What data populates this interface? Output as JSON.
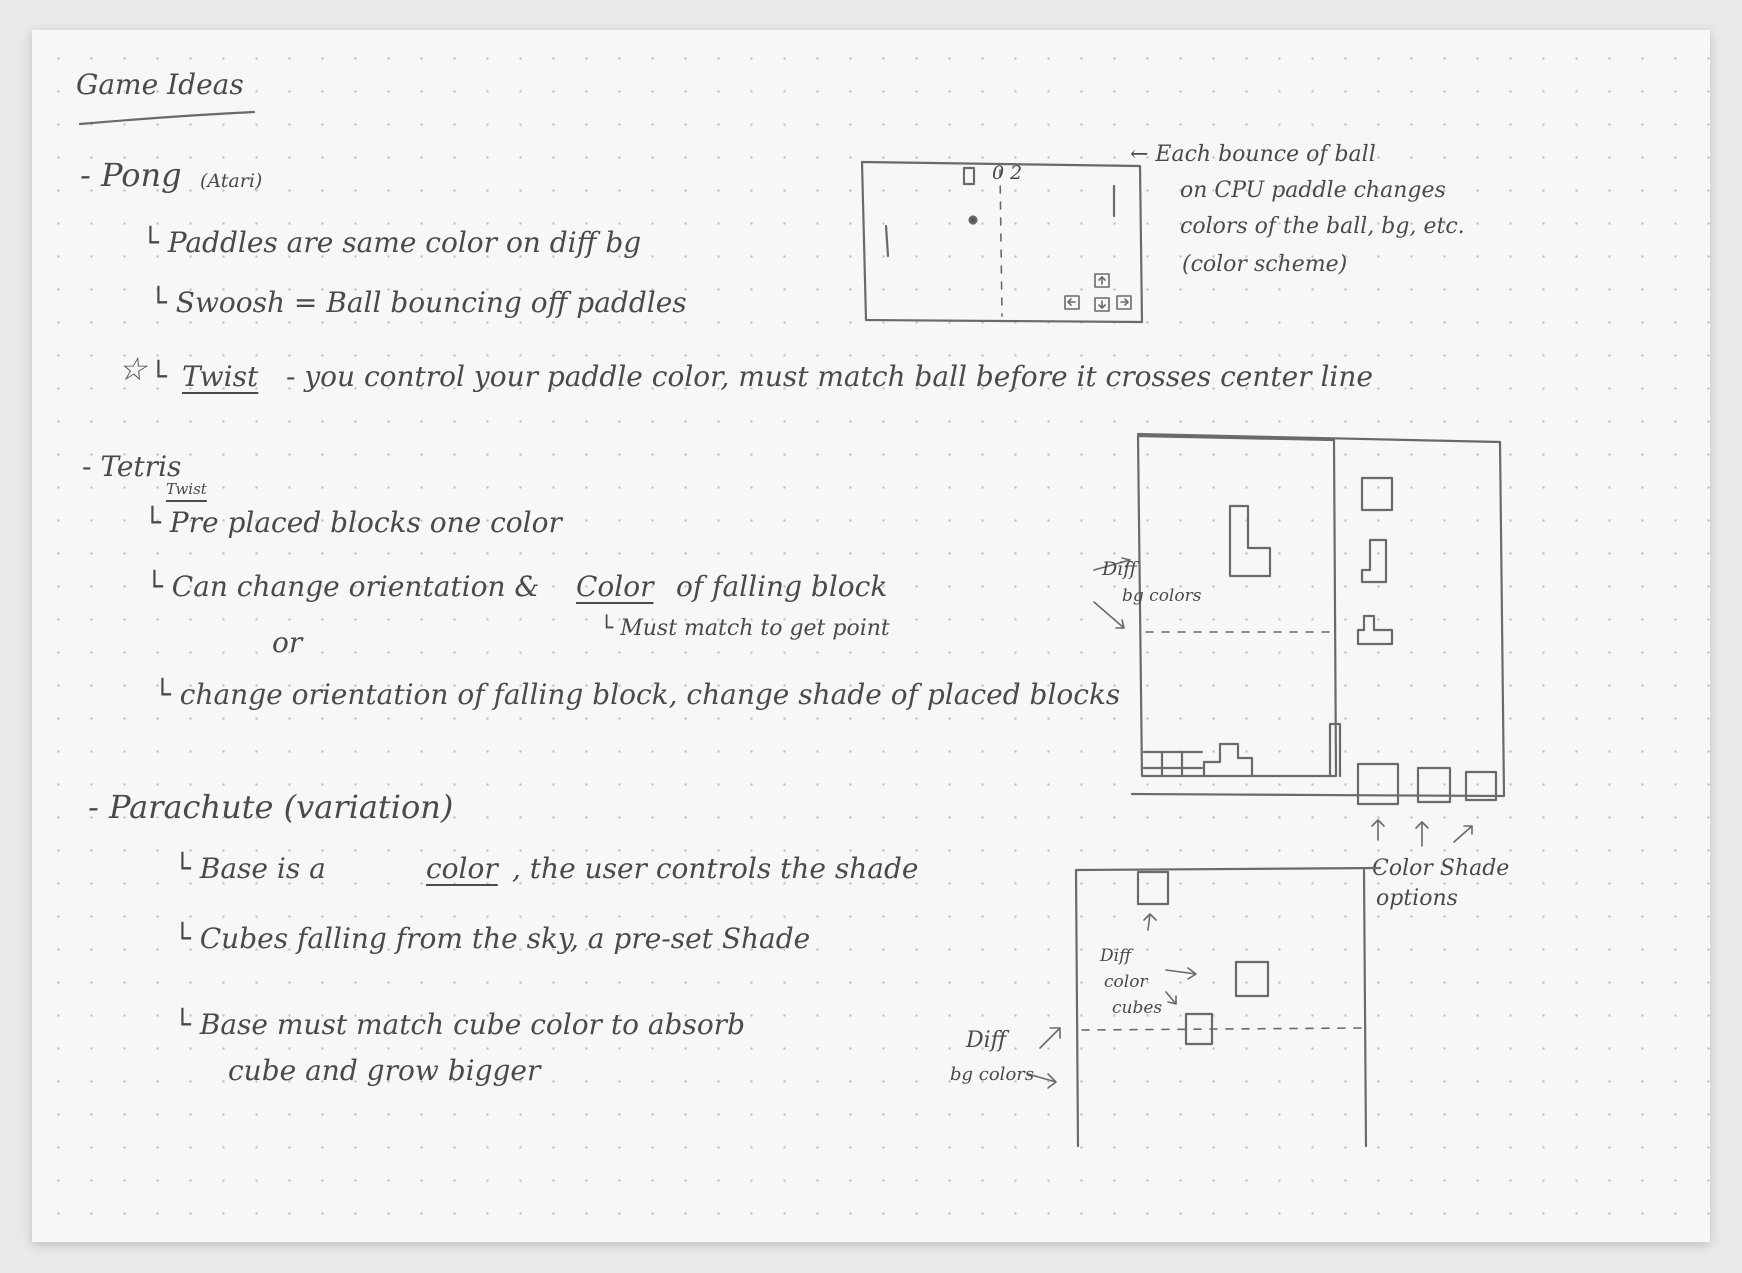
{
  "title": "Game Ideas",
  "pong": {
    "heading": "- Pong",
    "sub": "(Atari)",
    "l1": "└ Paddles are same color on diff bg",
    "l2": "└ Swoosh = Ball bouncing off paddles",
    "star": "☆",
    "twist_prefix": "└",
    "twist_word": "Twist",
    "twist_rest": "- you control your paddle color, must match ball before it crosses center line",
    "score": "0 2",
    "note": [
      "← Each bounce of ball",
      "on CPU paddle changes",
      "colors of the ball, bg, etc.",
      "(color scheme)"
    ]
  },
  "tetris": {
    "heading": "- Tetris",
    "twist_small": "Twist",
    "l1": "└ Pre placed blocks one color",
    "l2_a": "└ Can change orientation &",
    "l2_b": "Color",
    "l2_c": "of falling block",
    "l2_sub": "└ Must match to get point",
    "or": "or",
    "l3": "└ change orientation of falling block, change shade of placed blocks",
    "diff_bg": [
      "Diff",
      "bg colors"
    ],
    "color_shade": [
      "Color Shade",
      "options"
    ]
  },
  "parachute": {
    "heading": "- Parachute (variation)",
    "l1_a": "└ Base is a",
    "l1_b": "color",
    "l1_c": ", the user controls the shade",
    "l2": "└ Cubes falling from the sky, a pre-set Shade",
    "l3": "└ Base must match cube color to absorb",
    "l3b": "cube and grow bigger",
    "diff_cubes": [
      "Diff",
      "color",
      "cubes"
    ],
    "diff_bg": [
      "Diff",
      "bg colors"
    ]
  }
}
